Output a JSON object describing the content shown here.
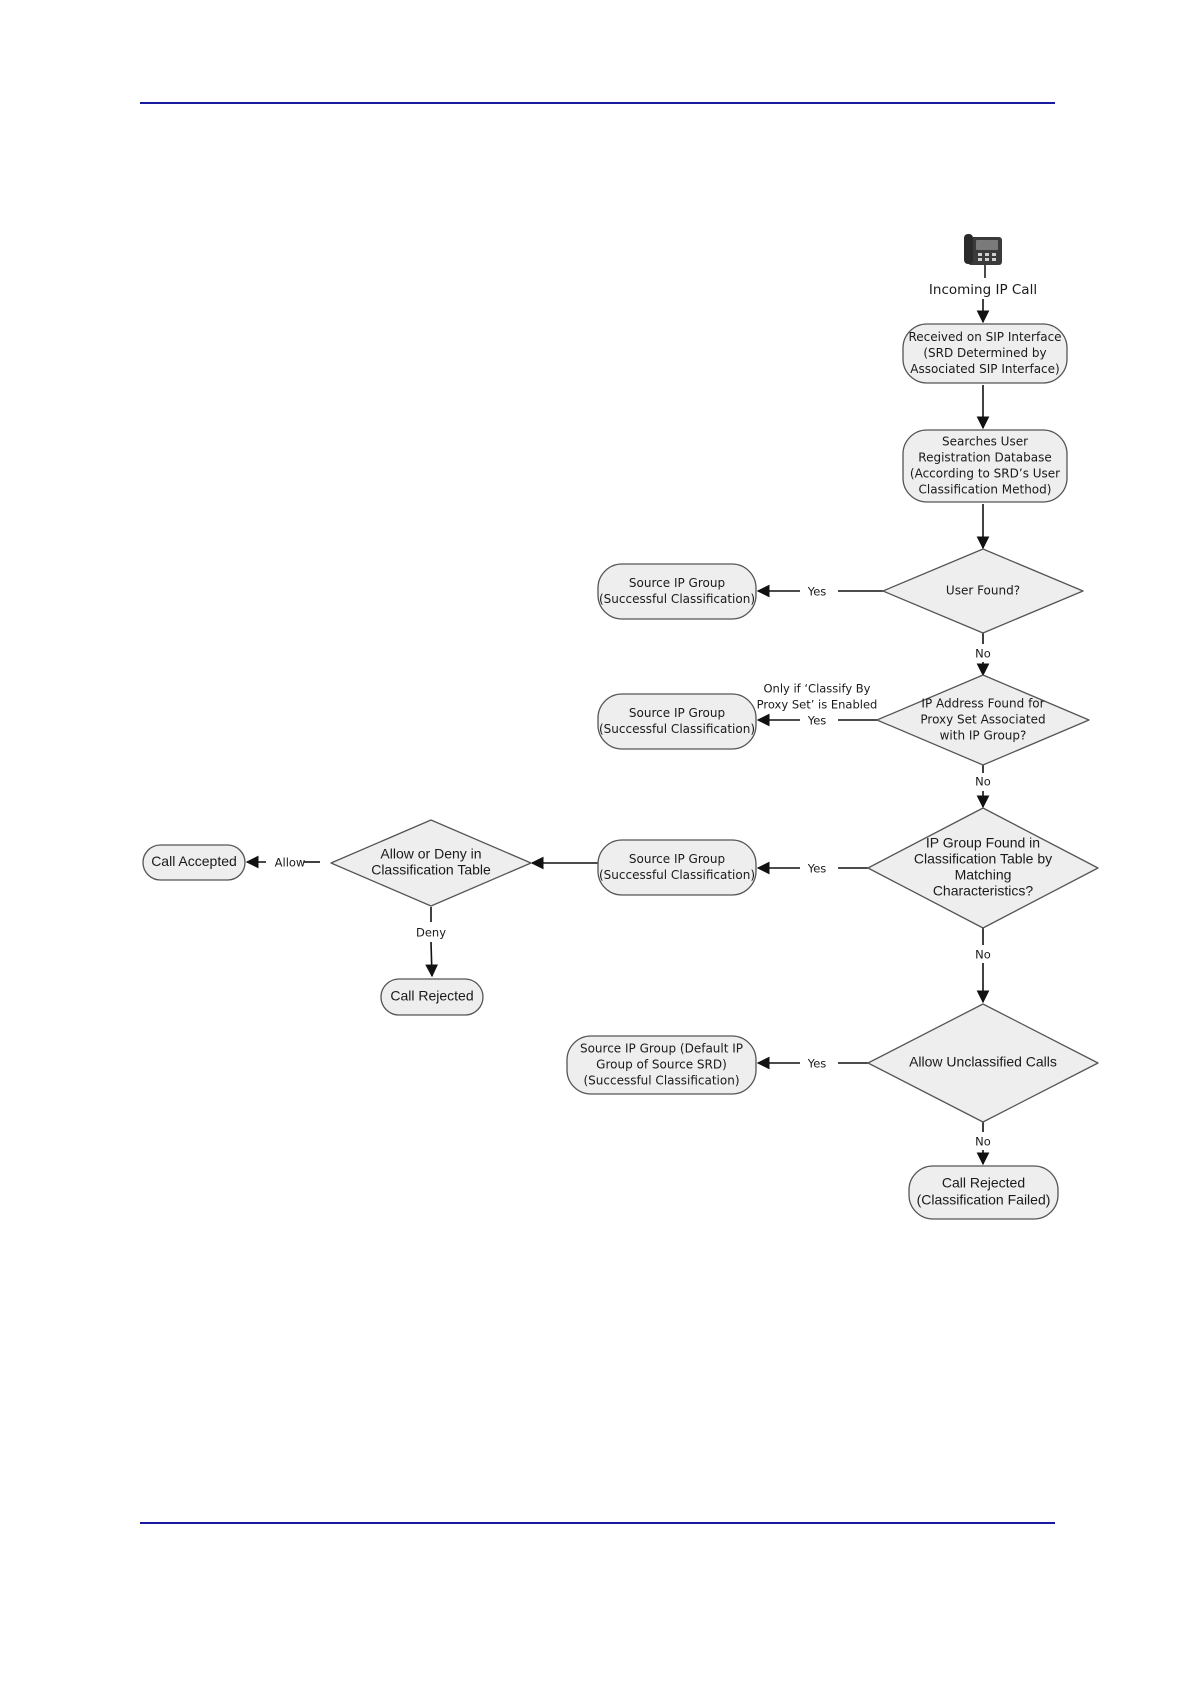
{
  "colors": {
    "rule": "#1a1aa0",
    "node_fill": "#eeeeee",
    "node_stroke": "#555555",
    "arrow": "#111111"
  },
  "diagram": {
    "start": {
      "label": "Incoming IP Call",
      "icon": "phone-icon"
    },
    "received": [
      "Received on SIP Interface",
      "(SRD Determined by",
      "Associated SIP Interface)"
    ],
    "searches": [
      "Searches User",
      "Registration Database",
      "(According to SRD’s User",
      "Classification Method)"
    ],
    "d1": [
      "User Found?"
    ],
    "d2": [
      "IP Address Found for",
      "Proxy Set Associated",
      "with IP Group?"
    ],
    "d3": [
      "IP Group Found in",
      "Classification Table by",
      "Matching",
      "Characteristics?"
    ],
    "d4": [
      "Allow Unclassified Calls"
    ],
    "dAllow": [
      "Allow or Deny in",
      "Classification Table"
    ],
    "src1": [
      "Source IP Group",
      "(Successful Classification)"
    ],
    "src2": [
      "Source IP Group",
      "(Successful Classification)"
    ],
    "src3": [
      "Source IP Group",
      "(Successful Classification)"
    ],
    "src4": [
      "Source IP Group (Default IP",
      "Group of Source SRD)",
      "(Successful Classification)"
    ],
    "accepted": [
      "Call Accepted"
    ],
    "rejected": [
      "Call Rejected"
    ],
    "failed": [
      "Call Rejected",
      "(Classification Failed)"
    ],
    "labels": {
      "yes1": "Yes",
      "no1": "No",
      "note2": [
        "Only if ‘Classify By",
        "Proxy Set’ is Enabled"
      ],
      "yes2": "Yes",
      "no2": "No",
      "yes3": "Yes",
      "no3": "No",
      "yes4": "Yes",
      "no4": "No",
      "allow": "Allow",
      "deny": "Deny"
    }
  }
}
